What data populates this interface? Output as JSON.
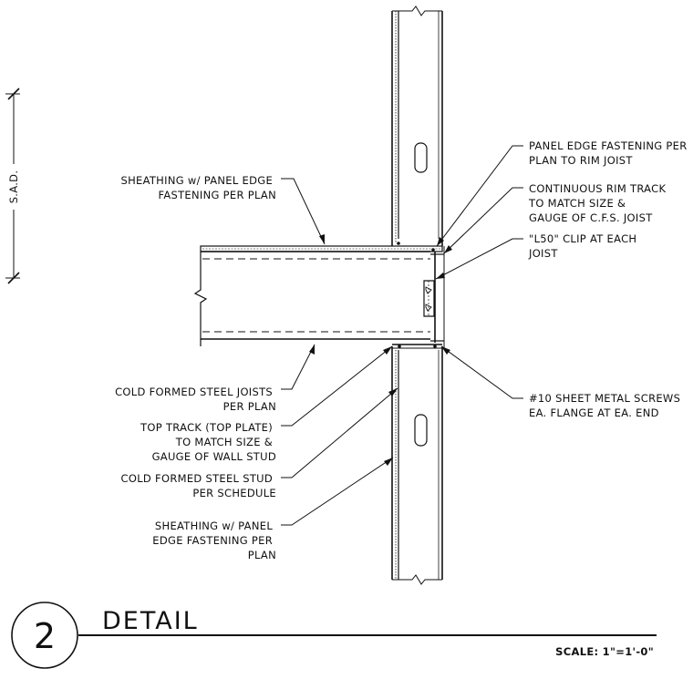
{
  "dimension": {
    "label": "S.A.D."
  },
  "callouts": {
    "left": [
      {
        "lines": [
          "SHEATHING w/ PANEL EDGE",
          "FASTENING PER PLAN"
        ]
      },
      {
        "lines": [
          "COLD FORMED STEEL JOISTS",
          "PER PLAN"
        ]
      },
      {
        "lines": [
          "TOP TRACK (TOP PLATE)",
          "TO MATCH SIZE &",
          "GAUGE OF WALL STUD"
        ]
      },
      {
        "lines": [
          "COLD FORMED STEEL STUD",
          "PER SCHEDULE"
        ]
      },
      {
        "lines": [
          "SHEATHING w/ PANEL",
          "EDGE FASTENING PER",
          "PLAN"
        ]
      }
    ],
    "right": [
      {
        "lines": [
          "PANEL EDGE FASTENING PER",
          "PLAN TO RIM JOIST"
        ]
      },
      {
        "lines": [
          "CONTINUOUS RIM TRACK",
          "TO MATCH SIZE &",
          "GAUGE OF C.F.S. JOIST"
        ]
      },
      {
        "lines": [
          "\"L50\" CLIP AT EACH",
          "JOIST"
        ]
      },
      {
        "lines": [
          "#10 SHEET METAL SCREWS",
          "EA. FLANGE AT EA. END"
        ]
      }
    ]
  },
  "title_block": {
    "number": "2",
    "title": "DETAIL",
    "scale": "SCALE:  1\"=1'-0\""
  }
}
